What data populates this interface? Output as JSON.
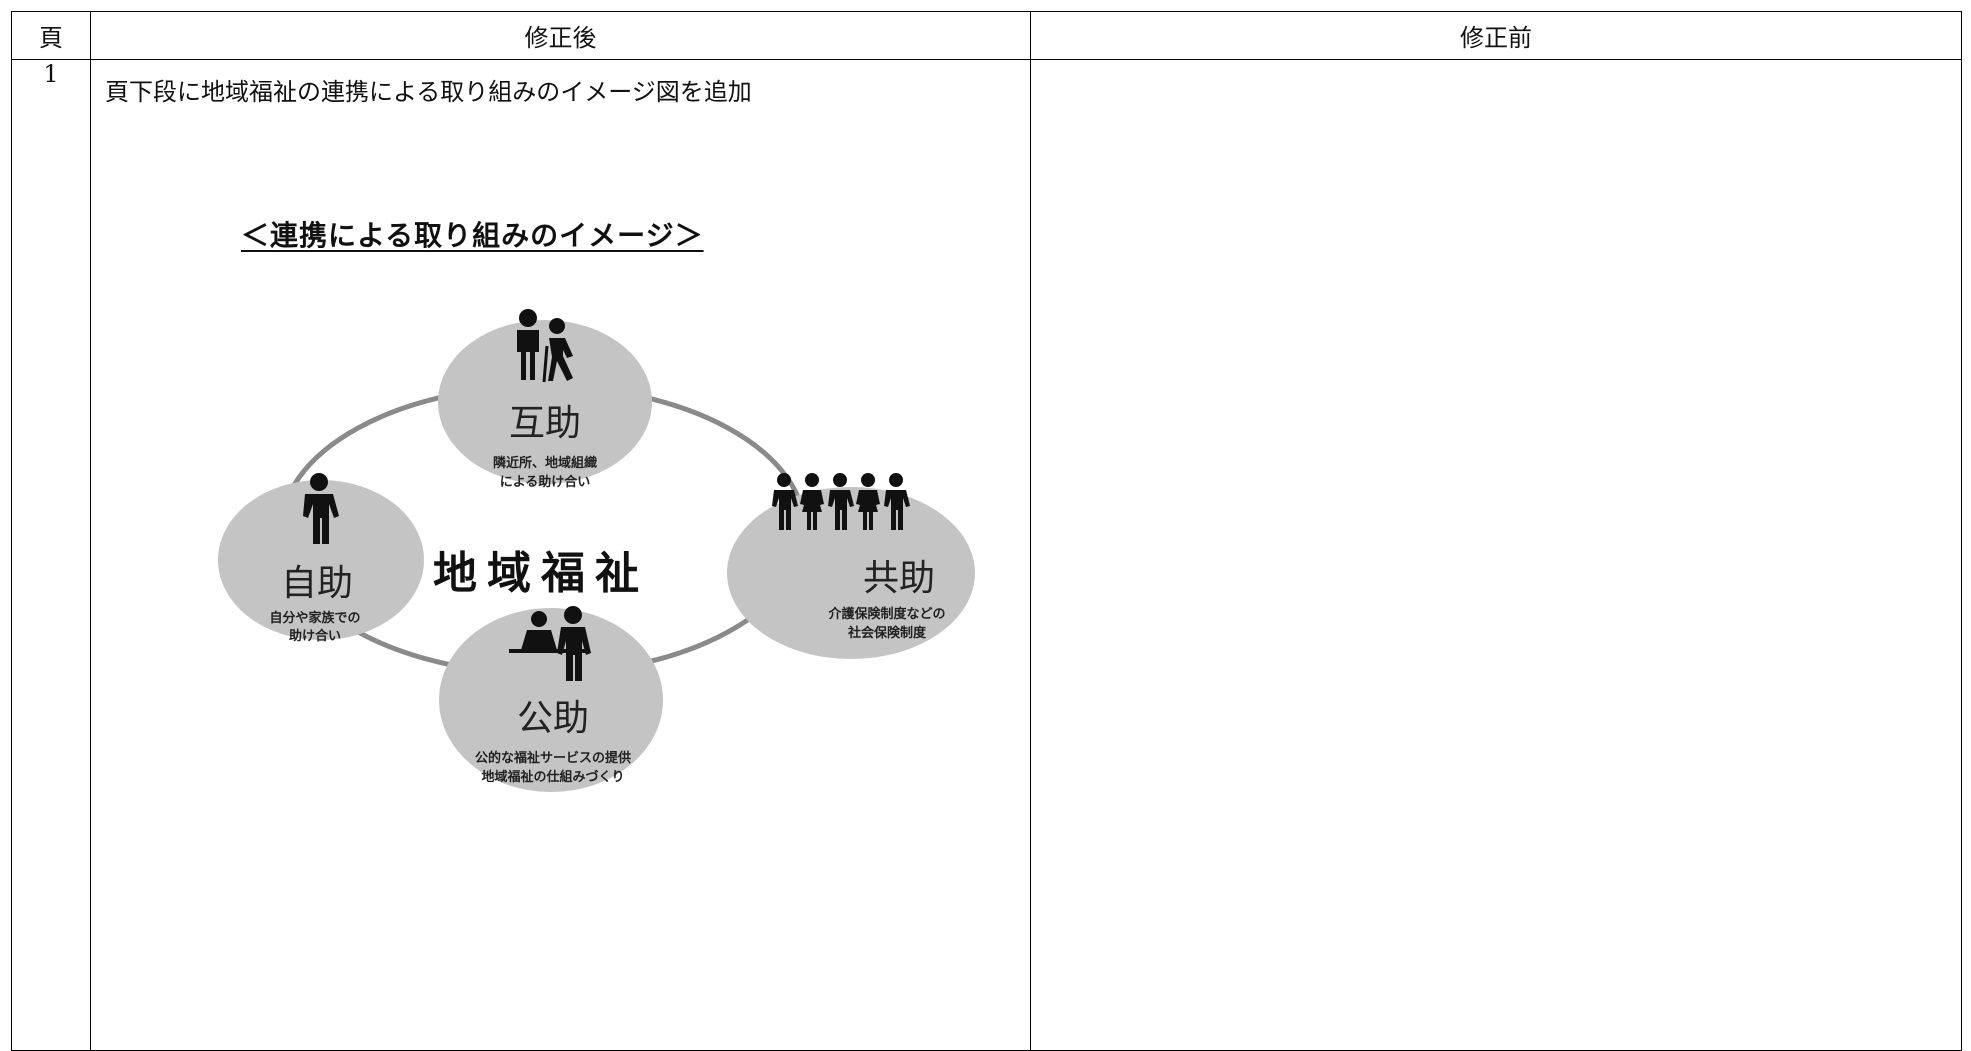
{
  "header": {
    "page": "頁",
    "after": "修正後",
    "before": "修正前"
  },
  "row": {
    "page_number": "1",
    "after_description": "頁下段に地域福祉の連携による取り組みのイメージ図を追加",
    "before_description": ""
  },
  "diagram": {
    "title": "＜連携による取り組みのイメージ＞",
    "center": "地域福祉",
    "nodes": [
      {
        "id": "gojo",
        "label": "互助",
        "line1": "隣近所、地域組織",
        "line2": "による助け合い",
        "icon": "two-people-icon"
      },
      {
        "id": "jijo",
        "label": "自助",
        "line1": "自分や家族での",
        "line2": "助け合い",
        "icon": "single-person-icon"
      },
      {
        "id": "kyojo",
        "label": "共助",
        "line1": "介護保険制度などの",
        "line2": "社会保険制度",
        "icon": "group-of-people-icon"
      },
      {
        "id": "kojo",
        "label": "公助",
        "line1": "公的な福祉サービスの提供",
        "line2": "地域福祉の仕組みづくり",
        "icon": "official-at-desk-icon"
      }
    ],
    "colors": {
      "ellipse_fill": "#c4c4c4",
      "ring_stroke": "#8a8a8a",
      "icon_fill": "#111111"
    }
  }
}
